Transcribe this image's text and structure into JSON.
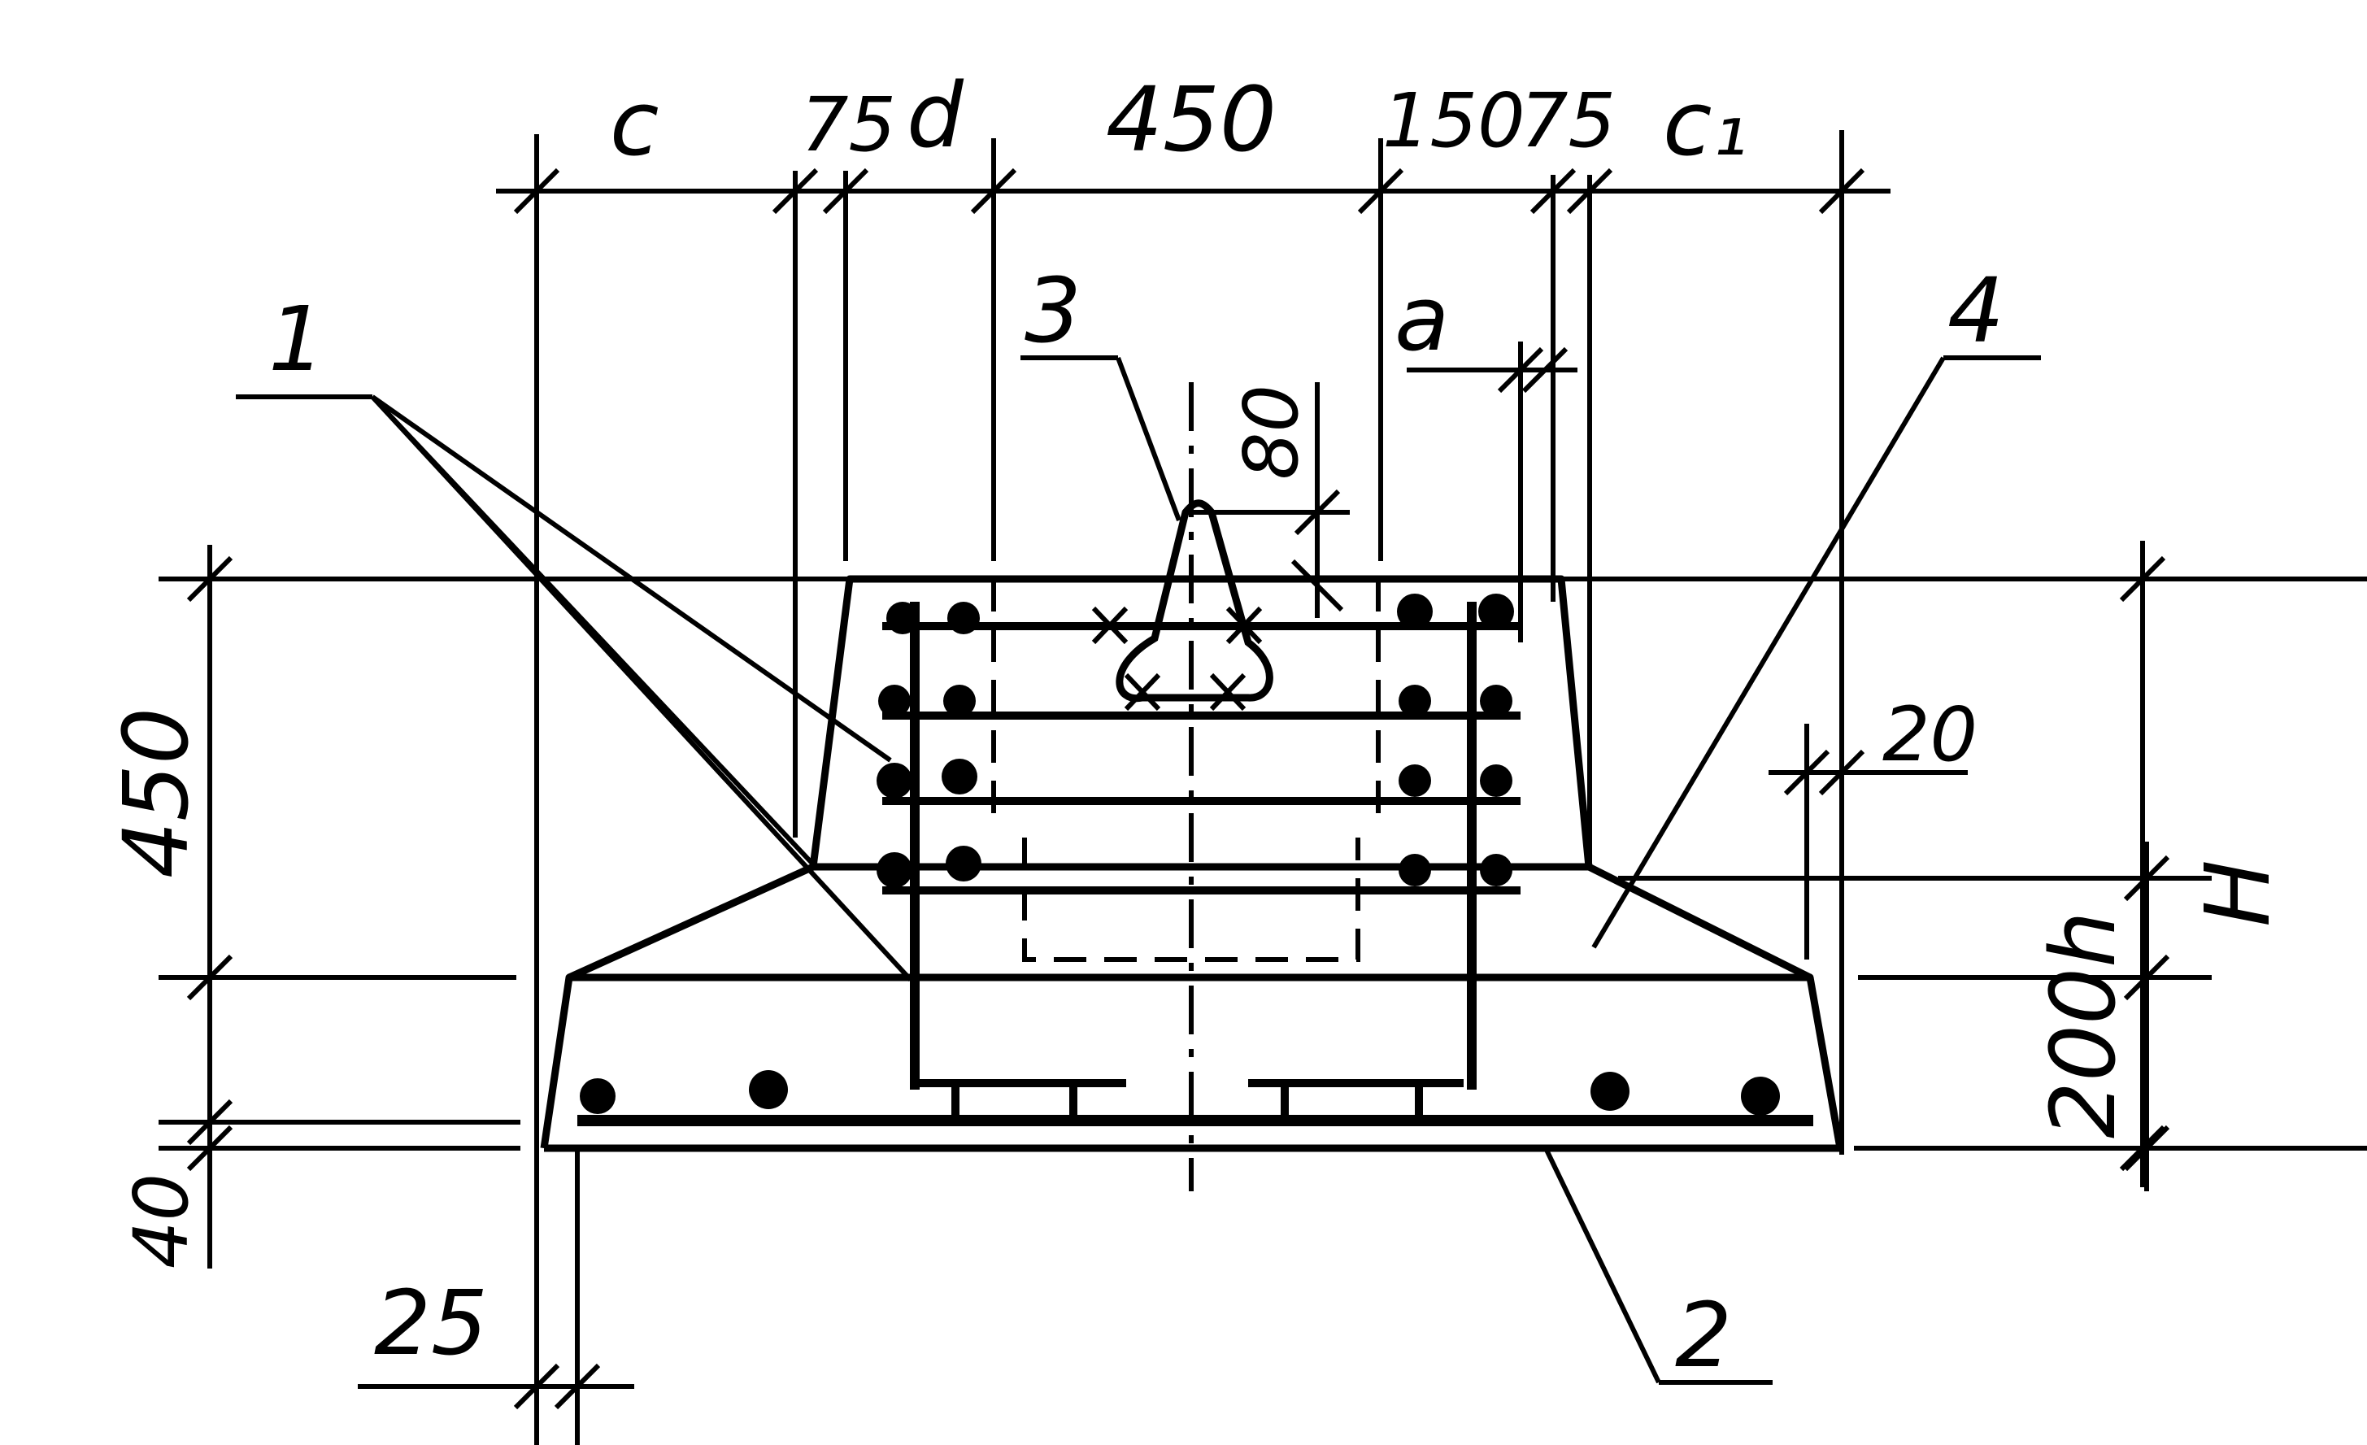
{
  "dimensions": {
    "top": {
      "c": "c",
      "d75": "75",
      "d": "d",
      "d450": "450",
      "d150": "150",
      "d75r": "75",
      "c1": "c₁"
    },
    "a": "a",
    "d80": "80",
    "d20": "20",
    "left": {
      "d450": "450",
      "d40": "40",
      "d25": "25"
    },
    "right": {
      "h": "h",
      "d200": "200",
      "H": "H"
    }
  },
  "callouts": {
    "c1": "1",
    "c2": "2",
    "c3": "3",
    "c4": "4"
  },
  "colors": {
    "ink": "#000000",
    "paper": "#ffffff"
  }
}
